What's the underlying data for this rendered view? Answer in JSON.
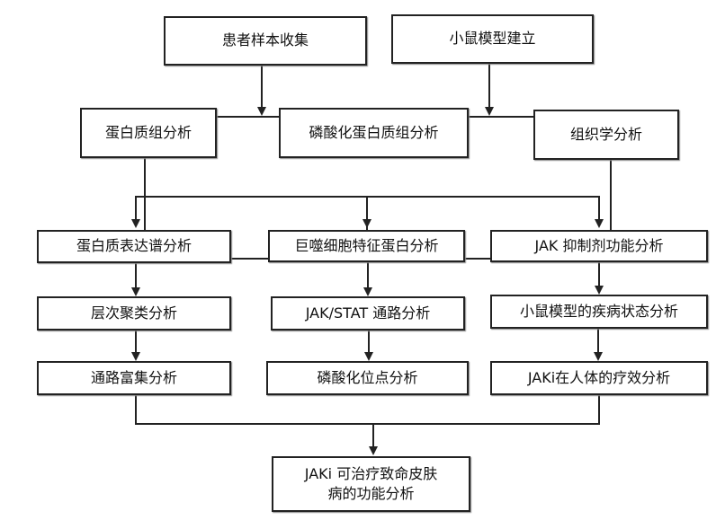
{
  "nodes": {
    "patient_samples": "患者样本收集",
    "mouse_model": "小鼠模型建立",
    "proteomics": "蛋白质组分析",
    "phosphoproteomics": "磷酸化蛋白质组分析",
    "histology": "组织学分析",
    "protein_expression": "蛋白质表达谱分析",
    "macrophage_proteins": "巨噬细胞特征蛋白分析",
    "jak_inhibitor": "JAK 抑制剂功能分析",
    "clustering": "层次聚类分析",
    "jak_stat": "JAK/STAT 通路分析",
    "mouse_disease": "小鼠模型的疾病状态分析",
    "pathway_enrichment": "通路富集分析",
    "phospho_sites": "磷酸化位点分析",
    "jaki_human": "JAKi在人体的疗效分析",
    "final_line1": "JAKi 可治疗致命皮肤",
    "final_line2": "病的功能分析"
  }
}
